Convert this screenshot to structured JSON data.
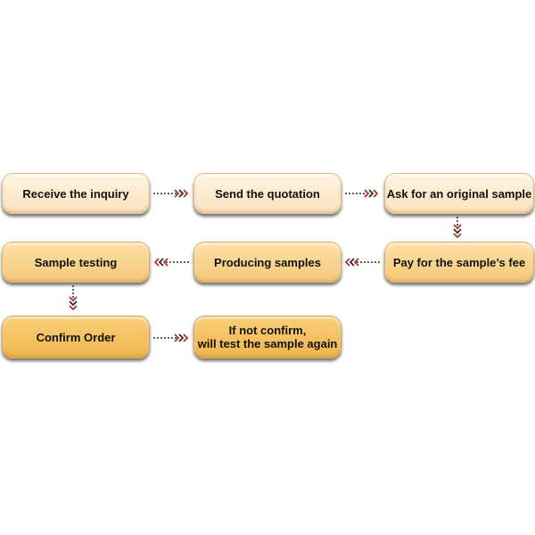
{
  "steps": {
    "receive_inquiry": "Receive the inquiry",
    "send_quotation": "Send the quotation",
    "ask_sample": "Ask for an original sample",
    "pay_fee": "Pay for the sample’s fee",
    "producing": "Producing samples",
    "testing": "Sample testing",
    "confirm": "Confirm Order",
    "not_confirm_line1": "If not confirm,",
    "not_confirm_line2": "will test the sample again"
  },
  "colors": {
    "box_light": "#fbe3bf",
    "box_mid": "#f6c978",
    "box_dark": "#f0b54d",
    "arrow_red": "#b3332a",
    "arrow_dark": "#2b2b2b"
  }
}
